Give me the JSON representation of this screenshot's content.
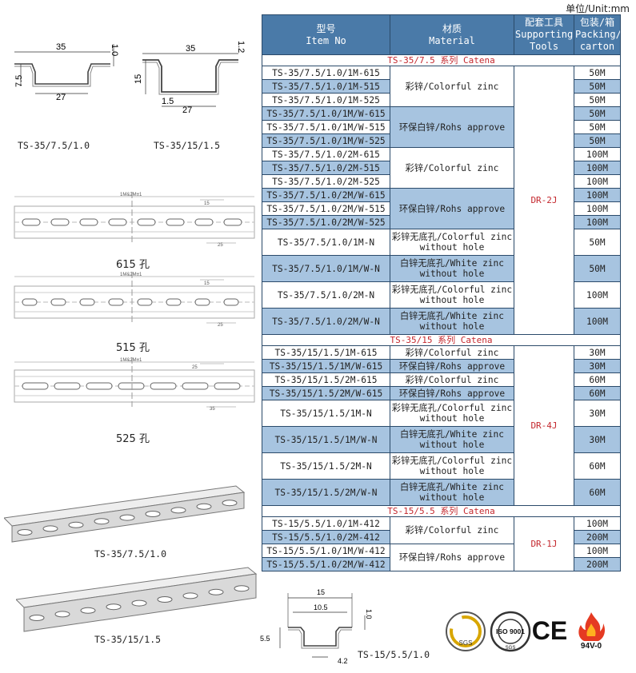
{
  "unit_label": "单位/Unit:mm",
  "headers": {
    "item": [
      "型号",
      "Item No"
    ],
    "material": [
      "材质",
      "Material"
    ],
    "tools": [
      "配套工具",
      "Supporting",
      "Tools"
    ],
    "packing": [
      "包装/箱",
      "Packing/",
      "carton"
    ]
  },
  "sections": [
    {
      "title": "TS-35/7.5 系列 Catena",
      "tool": "DR-2J",
      "rows": [
        {
          "item": "TS-35/7.5/1.0/1M-615",
          "pack": "50M",
          "shade": "w",
          "mat": "彩锌/Colorful zinc",
          "span": 3
        },
        {
          "item": "TS-35/7.5/1.0/1M-515",
          "pack": "50M",
          "shade": "b"
        },
        {
          "item": "TS-35/7.5/1.0/1M-525",
          "pack": "50M",
          "shade": "w"
        },
        {
          "item": "TS-35/7.5/1.0/1M/W-615",
          "pack": "50M",
          "shade": "b",
          "mat": "环保白锌/Rohs approve",
          "span": 3
        },
        {
          "item": "TS-35/7.5/1.0/1M/W-515",
          "pack": "50M",
          "shade": "w"
        },
        {
          "item": "TS-35/7.5/1.0/1M/W-525",
          "pack": "50M",
          "shade": "b"
        },
        {
          "item": "TS-35/7.5/1.0/2M-615",
          "pack": "100M",
          "shade": "w",
          "mat": "彩锌/Colorful zinc",
          "span": 3
        },
        {
          "item": "TS-35/7.5/1.0/2M-515",
          "pack": "100M",
          "shade": "b"
        },
        {
          "item": "TS-35/7.5/1.0/2M-525",
          "pack": "100M",
          "shade": "w"
        },
        {
          "item": "TS-35/7.5/1.0/2M/W-615",
          "pack": "100M",
          "shade": "b",
          "mat": "环保白锌/Rohs approve",
          "span": 3
        },
        {
          "item": "TS-35/7.5/1.0/2M/W-515",
          "pack": "100M",
          "shade": "w"
        },
        {
          "item": "TS-35/7.5/1.0/2M/W-525",
          "pack": "100M",
          "shade": "b"
        },
        {
          "item": "TS-35/7.5/1.0/1M-N",
          "pack": "50M",
          "shade": "w",
          "mat": "彩锌无底孔/Colorful zinc without hole",
          "span": 1,
          "tall": true
        },
        {
          "item": "TS-35/7.5/1.0/1M/W-N",
          "pack": "50M",
          "shade": "b",
          "mat": "白锌无底孔/White zinc without hole",
          "span": 1,
          "tall": true
        },
        {
          "item": "TS-35/7.5/1.0/2M-N",
          "pack": "100M",
          "shade": "w",
          "mat": "彩锌无底孔/Colorful zinc without hole",
          "span": 1,
          "tall": true
        },
        {
          "item": "TS-35/7.5/1.0/2M/W-N",
          "pack": "100M",
          "shade": "b",
          "mat": "白锌无底孔/White zinc without hole",
          "span": 1,
          "tall": true
        }
      ]
    },
    {
      "title": "TS-35/15 系列 Catena",
      "tool": "DR-4J",
      "rows": [
        {
          "item": "TS-35/15/1.5/1M-615",
          "pack": "30M",
          "shade": "w",
          "mat": "彩锌/Colorful zinc",
          "span": 1
        },
        {
          "item": "TS-35/15/1.5/1M/W-615",
          "pack": "30M",
          "shade": "b",
          "mat": "环保白锌/Rohs approve",
          "span": 1
        },
        {
          "item": "TS-35/15/1.5/2M-615",
          "pack": "60M",
          "shade": "w",
          "mat": "彩锌/Colorful zinc",
          "span": 1
        },
        {
          "item": "TS-35/15/1.5/2M/W-615",
          "pack": "60M",
          "shade": "b",
          "mat": "环保白锌/Rohs approve",
          "span": 1
        },
        {
          "item": "TS-35/15/1.5/1M-N",
          "pack": "30M",
          "shade": "w",
          "mat": "彩锌无底孔/Colorful zinc without hole",
          "span": 1,
          "tall": true
        },
        {
          "item": "TS-35/15/1.5/1M/W-N",
          "pack": "30M",
          "shade": "b",
          "mat": "白锌无底孔/White zinc without hole",
          "span": 1,
          "tall": true
        },
        {
          "item": "TS-35/15/1.5/2M-N",
          "pack": "60M",
          "shade": "w",
          "mat": "彩锌无底孔/Colorful zinc without hole",
          "span": 1,
          "tall": true
        },
        {
          "item": "TS-35/15/1.5/2M/W-N",
          "pack": "60M",
          "shade": "b",
          "mat": "白锌无底孔/White zinc without hole",
          "span": 1,
          "tall": true
        }
      ]
    },
    {
      "title": "TS-15/5.5 系列 Catena",
      "tool": "DR-1J",
      "rows": [
        {
          "item": "TS-15/5.5/1.0/1M-412",
          "pack": "100M",
          "shade": "w",
          "mat": "彩锌/Colorful zinc",
          "span": 2
        },
        {
          "item": "TS-15/5.5/1.0/2M-412",
          "pack": "200M",
          "shade": "b"
        },
        {
          "item": "TS-15/5.5/1.0/1M/W-412",
          "pack": "100M",
          "shade": "w",
          "mat": "环保白锌/Rohs approve",
          "span": 2
        },
        {
          "item": "TS-15/5.5/1.0/2M/W-412",
          "pack": "200M",
          "shade": "b"
        }
      ]
    }
  ],
  "drawings": {
    "p1": {
      "label": "TS-35/7.5/1.0",
      "w": "35",
      "t": "1.0",
      "h": "7.5",
      "b": "27"
    },
    "p2": {
      "label": "TS-35/15/1.5",
      "w": "35",
      "t": "1.2",
      "h": "15",
      "b": "27",
      "lip": "1.5"
    },
    "p3": {
      "label": "TS-15/5.5/1.0",
      "w": "15",
      "in": "10.5",
      "t": "1.0",
      "h": "5.5",
      "b": "4.2"
    },
    "hole615": "615 孔",
    "hole515": "515 孔",
    "hole525": "525 孔",
    "len_note": "1M&2M±1",
    "d15": "15",
    "d25": "25",
    "d35": "35",
    "rail1": "TS-35/7.5/1.0",
    "rail2": "TS-35/15/1.5"
  },
  "logos": {
    "sgs": "SGS",
    "iso": "ISO 9001",
    "iso_sub": "SGS",
    "ce": "CE",
    "fire": "94V-0"
  }
}
